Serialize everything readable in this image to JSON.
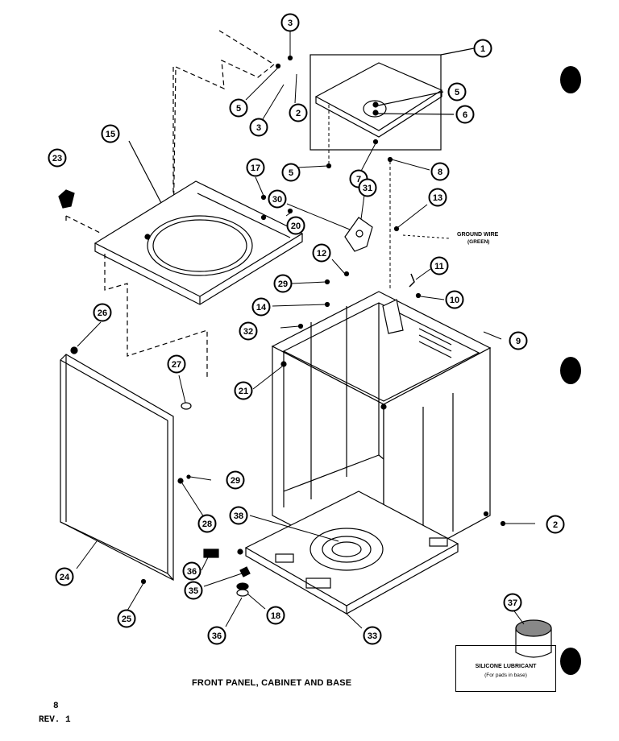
{
  "figure": {
    "caption": "FRONT PANEL, CABINET AND BASE",
    "page_number": "8",
    "revision": "REV. 1",
    "ground_wire_label": "GROUND WIRE",
    "ground_wire_color": "(GREEN)",
    "lubricant_title": "SILICONE LUBRICANT",
    "lubricant_note": "(For pads in base)"
  },
  "callouts": [
    {
      "id": "c3a",
      "label": "3"
    },
    {
      "id": "c1",
      "label": "1"
    },
    {
      "id": "c5a",
      "label": "5"
    },
    {
      "id": "c6",
      "label": "6"
    },
    {
      "id": "c5b",
      "label": "5"
    },
    {
      "id": "c2a",
      "label": "2"
    },
    {
      "id": "c3b",
      "label": "3"
    },
    {
      "id": "c15",
      "label": "15"
    },
    {
      "id": "c23",
      "label": "23"
    },
    {
      "id": "c17",
      "label": "17"
    },
    {
      "id": "c5c",
      "label": "5"
    },
    {
      "id": "c7",
      "label": "7"
    },
    {
      "id": "c8",
      "label": "8"
    },
    {
      "id": "c31",
      "label": "31"
    },
    {
      "id": "c30",
      "label": "30"
    },
    {
      "id": "c13",
      "label": "13"
    },
    {
      "id": "c20",
      "label": "20"
    },
    {
      "id": "c12",
      "label": "12"
    },
    {
      "id": "c11",
      "label": "11"
    },
    {
      "id": "c29a",
      "label": "29"
    },
    {
      "id": "c10",
      "label": "10"
    },
    {
      "id": "c14",
      "label": "14"
    },
    {
      "id": "c26",
      "label": "26"
    },
    {
      "id": "c32",
      "label": "32"
    },
    {
      "id": "c9",
      "label": "9"
    },
    {
      "id": "c27",
      "label": "27"
    },
    {
      "id": "c21",
      "label": "21"
    },
    {
      "id": "c29b",
      "label": "29"
    },
    {
      "id": "c28",
      "label": "28"
    },
    {
      "id": "c2b",
      "label": "2"
    },
    {
      "id": "c38",
      "label": "38"
    },
    {
      "id": "c36a",
      "label": "36"
    },
    {
      "id": "c24",
      "label": "24"
    },
    {
      "id": "c35",
      "label": "35"
    },
    {
      "id": "c37",
      "label": "37"
    },
    {
      "id": "c18",
      "label": "18"
    },
    {
      "id": "c25",
      "label": "25"
    },
    {
      "id": "c36b",
      "label": "36"
    },
    {
      "id": "c33",
      "label": "33"
    }
  ]
}
